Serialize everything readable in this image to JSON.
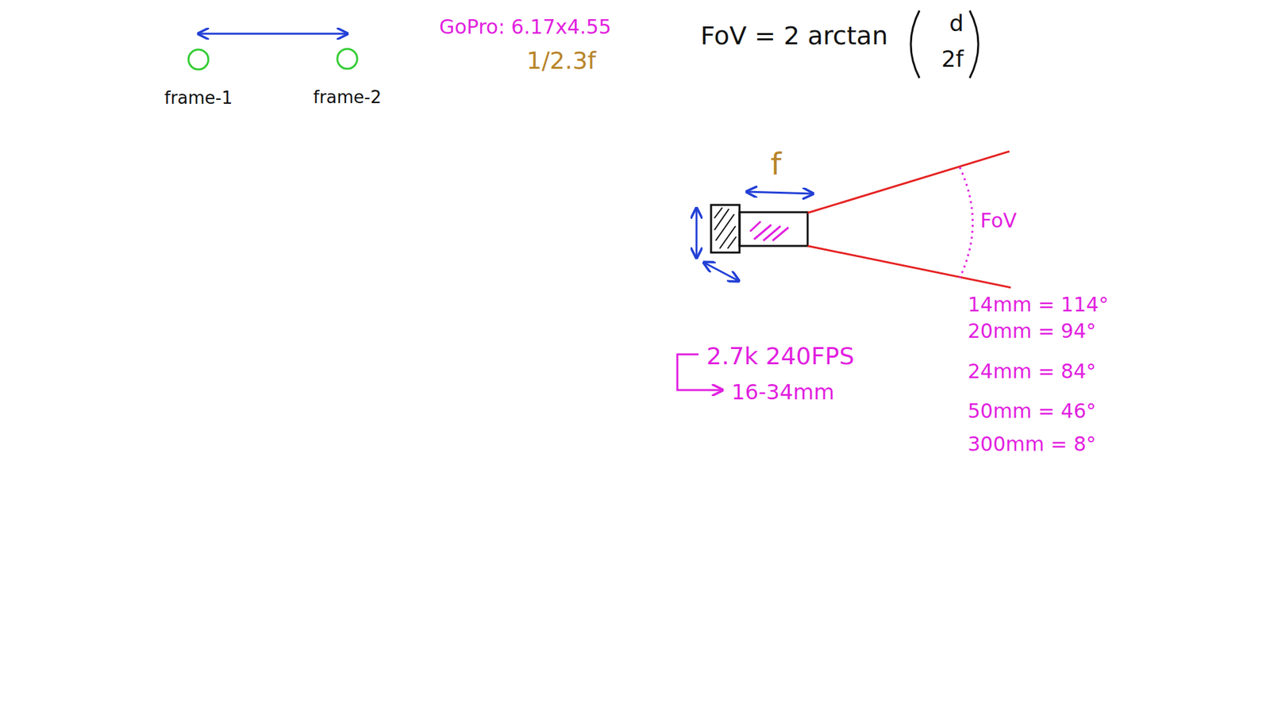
{
  "diagram": {
    "nodes": [
      {
        "text": [
          "frame-1"
        ]
      },
      {
        "text": [
          "frame-2"
        ]
      }
    ],
    "edges": [
      {
        "from": 0,
        "to": 1,
        "arrow": "both"
      }
    ],
    "labels": [
      "GoPro: 6.17x4.55",
      "1/2.3f",
      "FoV = 2 arctan",
      "d",
      "2f",
      "f",
      "FoV",
      "14mm = 114°",
      "20mm = 94°",
      "24mm = 84°",
      "50mm = 46°",
      "300mm = 8°",
      "2.7k 240FPS",
      "16-34mm"
    ]
  }
}
